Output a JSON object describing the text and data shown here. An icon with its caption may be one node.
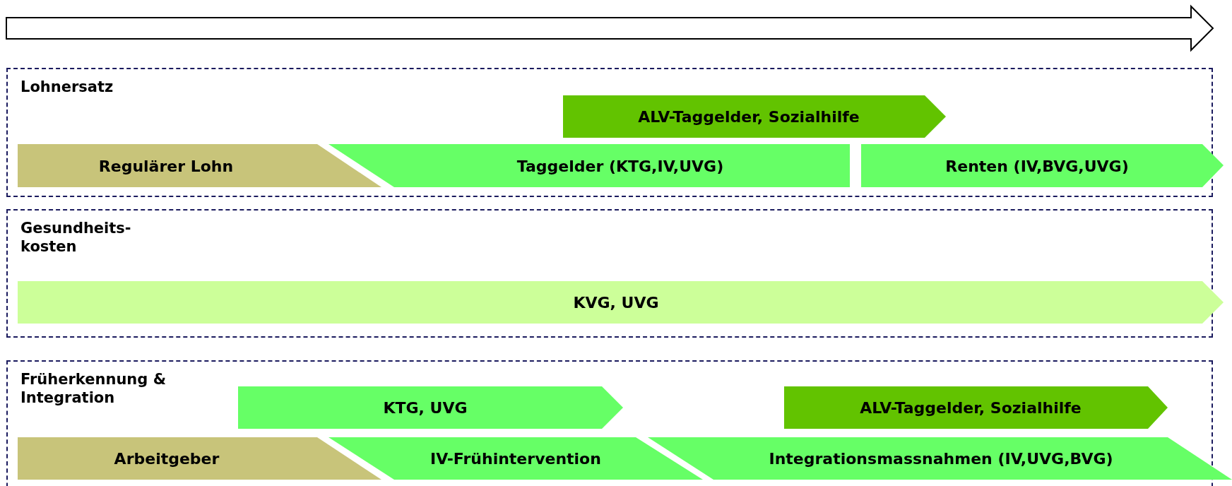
{
  "diagram": {
    "nodes": [
      {
        "text": [
          "Lohnersatz"
        ]
      },
      {
        "text": [
          "ALV-Taggelder, Sozialhilfe"
        ],
        "in": 0
      },
      {
        "text": [
          "Regulärer Lohn"
        ],
        "in": 0
      },
      {
        "text": [
          "Taggelder (KTG,IV,UVG)"
        ],
        "in": 0
      },
      {
        "text": [
          "Renten (IV,BVG,UVG)"
        ],
        "in": 0
      },
      {
        "text": [
          "Gesundheits- kosten"
        ]
      },
      {
        "text": [
          "KVG, UVG"
        ],
        "in": 5
      },
      {
        "text": [
          "Früherkennung & Integration"
        ]
      },
      {
        "text": [
          "KTG, UVG"
        ],
        "in": 7
      },
      {
        "text": [
          "ALV-Taggelder, Sozialhilfe"
        ],
        "in": 7
      },
      {
        "text": [
          "Arbeitgeber"
        ],
        "in": 7
      },
      {
        "text": [
          "IV-Frühintervention"
        ],
        "in": 7
      },
      {
        "text": [
          "Integrationsmassnahmen (IV,UVG,BVG)"
        ],
        "in": 7
      }
    ]
  }
}
